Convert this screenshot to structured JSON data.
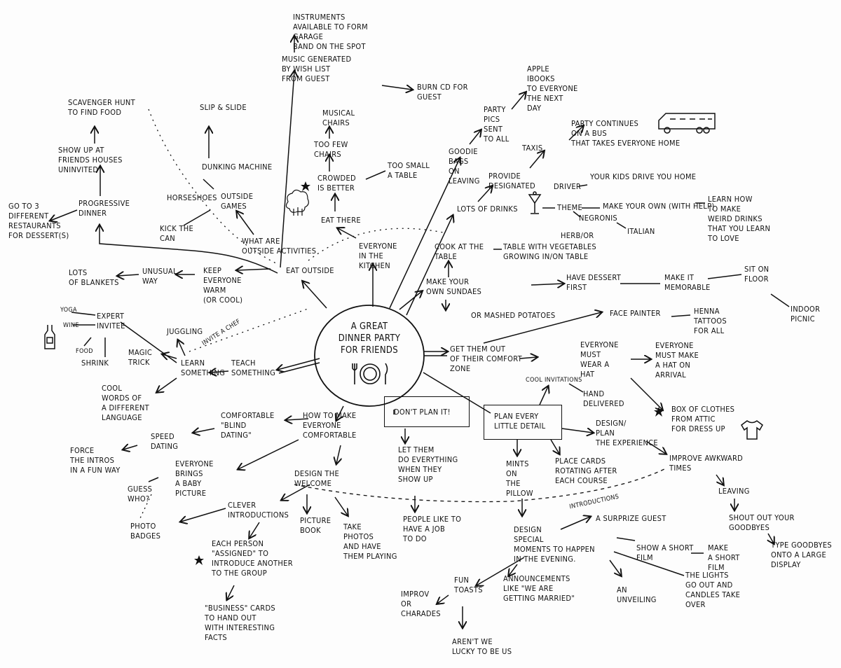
{
  "center": "A GREAT\nDINNER PARTY\nFOR FRIENDS",
  "nodes": {
    "instruments": "INSTRUMENTS\n      AVAILABLE TO FORM\n                         GARAGE\n                          BAND ON THE SPOT",
    "music": "MUSIC GENERATED\n BY WISH LIST\n  FROM GUEST",
    "burn_cd": "BURN CD FOR\n  GUEST",
    "scavenger": "SCAVENGER HUNT\nTO FIND FOOD",
    "slip": "SLIP & SLIDE",
    "show_up": "SHOW UP AT\nFRIENDS HOUSES\n   UNINVITED",
    "dunking": "DUNKING MACHINE",
    "go_to_3": "GO TO 3\nDIFFERENT\nRESTAURANTS\nFOR DESSERT(S)",
    "progressive": "PROGRESSIVE\n   DINNER",
    "horseshoes": "HORSESHOES",
    "outside_games": "OUTSIDE\n  GAMES",
    "kick_can": "KICK THE\n  CAN",
    "what_outside": "WHAT ARE\nOUTSIDE ACTIVITIES",
    "eat_outside": "EAT OUTSIDE",
    "lots_blankets": "LOTS\nOF BLANKETS",
    "unusual": "UNUSUAL\n  WAY",
    "keep_warm": "KEEP\nEVERYONE\n  WARM\n(OR COOL)",
    "musical": "MUSICAL\n  CHAIRS",
    "too_few": "TOO FEW\n CHAIRS",
    "crowded": "CROWDED\nIS BETTER",
    "too_small": "TOO SMALL\n A TABLE",
    "eat_there": "EAT THERE",
    "everyone_kitchen": "EVERYONE\n  IN THE\n  KITCHEN",
    "apple": "APPLE\niBOOKS\nTO EVERYONE\nTHE NEXT\n   DAY",
    "party_pics": "PARTY\nPICS\n SENT\n TO ALL",
    "goodie": "GOODIE\n BAGS\n ON\nLEAVING",
    "party_bus": "PARTY CONTINUES\n  ON A BUS\n THAT TAKES EVERYONE HOME",
    "taxis": "TAXIS",
    "provide": "PROVIDE\nDESIGNATED",
    "driver": "DRIVER",
    "kids": "YOUR KIDS DRIVE YOU HOME",
    "lots_drinks": "LOTS OF DRINKS",
    "theme": "THEME",
    "make_own": "MAKE YOUR OWN (WITH HELP)",
    "learn_weird": "LEARN HOW\n TO MAKE\n WEIRD DRINKS\n   THAT YOU LEARN\n    TO LOVE",
    "negronis": "NEGRONIS",
    "italian": "ITALIAN",
    "herb": "HERB/OR",
    "cook_table": "COOK AT THE\n     TABLE",
    "veg_table": "TABLE WITH VEGETABLES\n GROWING IN/ON TABLE",
    "make_sundaes": "MAKE YOUR\n OWN SUNDAES",
    "mashed": "OR MASHED POTATOES",
    "have_dessert": "HAVE DESSERT\n   FIRST",
    "memorable": "MAKE IT\nMEMORABLE",
    "sit_floor": "SIT ON\n FLOOR",
    "indoor_picnic": "INDOOR\nPICNIC",
    "face_painter": "FACE PAINTER",
    "henna": "HENNA\nTATTOOS\n FOR ALL",
    "get_out": "GET THEM OUT\nOF THEIR COMFORT\nZONE",
    "must_hat": "EVERYONE\nMUST\n  WEAR A\n  HAT",
    "must_make": "EVERYONE\nMUST MAKE\nA HAT ON\nARRIVAL",
    "cool_inv": "COOL INVITATIONS",
    "hand_del": "HAND\nDELIVERED",
    "box_clothes": "BOX OF CLOTHES\nFROM ATTIC\nFOR DRESS UP",
    "dont_plan": "DON'T PLAN IT!",
    "plan_every": "PLAN EVERY\n LITTLE DETAIL",
    "design_exp": "DESIGN/\nPLAN\n THE EXPERIENCE",
    "improve": "IMPROVE AWKWARD\n  TIMES",
    "leaving": "LEAVING",
    "shout": "SHOUT OUT YOUR\n   GOODBYES",
    "type_goodbyes": "TYPE GOODBYES\n ONTO A LARGE\n      DISPLAY",
    "mints": "MINTS\n ON\nTHE\nPILLOW",
    "place_cards": "PLACE CARDS\nROTATING AFTER\n  EACH COURSE",
    "let_them": "LET THEM\nDO EVERYTHING\nWHEN THEY\n SHOW UP",
    "people_job": "PEOPLE LIKE TO\nHAVE A JOB\nTO DO",
    "introductions": "INTRODUCTIONS",
    "surprise": "A SURPRIZE GUEST",
    "design_special": "DESIGN\nSPECIAL\nMOMENTS TO HAPPEN\n  IN THE EVENING.",
    "show_film": "SHOW A SHORT\n    FILM",
    "make_film": "MAKE\nA SHORT\n   FILM",
    "lights": "THE LIGHTS\n  GO OUT AND\n  CANDLES TAKE\n     OVER",
    "unveiling": "AN\nUNVEILING",
    "announcements": "ANNOUNCEMENTS\nLIKE \"WE ARE\nGETTING MARRIED\"",
    "fun_toasts": "FUN\n TOASTS",
    "improv": "IMPROV\n  OR\nCHARADES",
    "arent_we": "AREN'T WE\nLUCKY TO BE US",
    "yoga": "YOGA",
    "wine": "WINE",
    "expert": "EXPERT\nINVITEE",
    "food": "FOOD",
    "shrink": "SHRINK",
    "magic": "MAGIC\nTRICK",
    "juggling": "JUGGLING",
    "invite_chef": "INVITE A CHEF",
    "learn_something": "LEARN\nSOMETHING",
    "teach": "TEACH\nSOMETHING",
    "cool_words": "COOL\nWORDS OF\nA DIFFERENT\n  LANGUAGE",
    "how_comfortable": "HOW TO MAKE\nEVERYONE\n COMFORTABLE",
    "blind": "COMFORTABLE\n\"BLIND\n DATING\"",
    "speed": "SPEED\n DATING",
    "force": "FORCE\nTHE INTROS\nIN A FUN WAY",
    "baby": "EVERYONE\nBRINGS\nA BABY\nPICTURE",
    "guess": "GUESS\nWHO?",
    "photo_badges": "PHOTO\nBADGES",
    "clever": "CLEVER\nINTRODUCTIONS",
    "design_welcome": "DESIGN THE\n WELCOME",
    "picture_book": "PICTURE\n BOOK",
    "take_photos": "TAKE\nPHOTOS\n AND HAVE\nTHEM PLAYING",
    "each_person": "EACH PERSON\n\"ASSIGNED\" TO\nINTRODUCE ANOTHER\nTO THE GROUP",
    "business": "\"BUSINESS\" CARDS\nTO HAND OUT\nWITH INTERESTING\n   FACTS"
  },
  "icons": [
    "star-icon",
    "bus-icon",
    "cocktail-icon",
    "wine-bottle-icon",
    "t-shirt-icon",
    "crowd-icon",
    "plate-cutlery-icon"
  ]
}
